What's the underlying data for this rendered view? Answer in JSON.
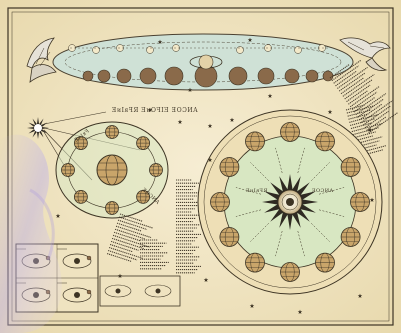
{
  "chart_data": {
    "type": "diagram",
    "planet_row_count": 12,
    "ring_globe_count": 12,
    "small_ring_count": 8
  },
  "colors": {
    "paper": "#f3e9c9",
    "ink": "#3d3424",
    "ring_fill": "#d8e7c2",
    "ellipse_fill": "#cfe1d6",
    "sun": "#2f2a22",
    "globe": "#c9a56a"
  },
  "captions": {
    "top_band": "",
    "left_diagram": "",
    "ring_left": "",
    "ring_right": ""
  },
  "decorations": {
    "top_left": "bird-illustration",
    "top_right": "bird-illustration",
    "bottom_left_box": "orbit-diagrams"
  }
}
